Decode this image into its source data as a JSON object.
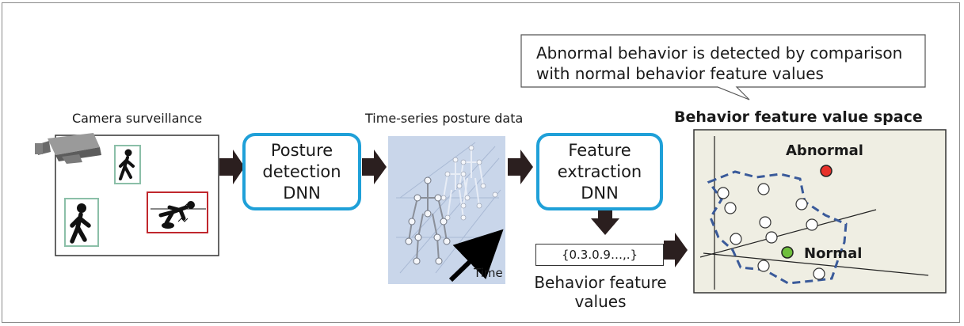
{
  "camera_caption": "Camera surveillance",
  "posture_dnn": {
    "line1": "Posture",
    "line2": "detection",
    "line3": "DNN"
  },
  "posture_data_caption": "Time-series posture data",
  "time_label": "Time",
  "feature_dnn": {
    "line1": "Feature",
    "line2": "extraction",
    "line3": "DNN"
  },
  "feature_vector": "{0.3.0.9…,.}",
  "behavior_values": {
    "line1": "Behavior feature",
    "line2": "values"
  },
  "callout": {
    "line1": "Abnormal behavior is detected by comparison",
    "line2": "with normal behavior feature values"
  },
  "space_title": "Behavior feature value space",
  "abnormal_label": "Abnormal",
  "normal_label": "Normal",
  "colors": {
    "dnn_border": "#1fa0d8",
    "abnormal_dot": "#e8312a",
    "normal_dot": "#6fbf3c",
    "normal_region": "#3a5a9a",
    "space_bg": "#efeee3",
    "posture_bg": "#c9d6ea",
    "normal_person_box": "#8bbfa8",
    "fallen_person_box": "#c0272d"
  },
  "icons": [
    "security-camera-icon",
    "walking-person-icon",
    "fallen-person-icon",
    "skeleton-icon"
  ]
}
